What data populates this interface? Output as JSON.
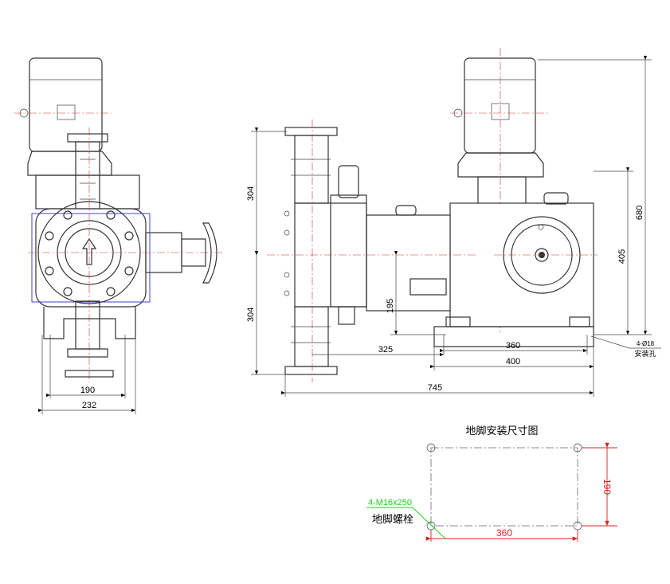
{
  "front_view": {
    "dims": {
      "width_inner": "190",
      "width_outer": "232"
    }
  },
  "side_view": {
    "dims": {
      "upper_304": "304",
      "lower_304": "304",
      "height_680": "680",
      "height_405": "405",
      "height_195": "195",
      "len_325": "325",
      "len_360": "360",
      "len_400": "400",
      "len_745": "745"
    },
    "hole_note": {
      "spec": "4-Ø18",
      "label": "安装孔"
    }
  },
  "foundation_plan": {
    "title": "地脚安装尺寸图",
    "bolt_spec": "4-M16x250",
    "bolt_label": "地脚螺栓",
    "dim_length": "360",
    "dim_width": "190",
    "colors": {
      "dimension": "#e02020",
      "leader": "#1fcc1f"
    }
  }
}
